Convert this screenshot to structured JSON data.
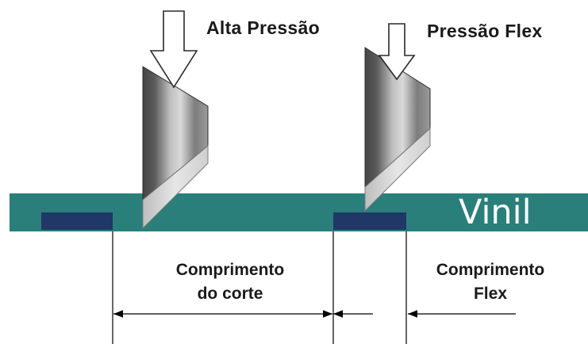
{
  "labels": {
    "high_pressure": "Alta Pressão",
    "flex_pressure": "Pressão Flex",
    "vinyl": "Vinil",
    "cut_length_line1": "Comprimento",
    "cut_length_line2": "do corte",
    "flex_length_line1": "Comprimento",
    "flex_length_line2": "Flex"
  },
  "colors": {
    "vinyl_band": "#2a7f7a",
    "backing_segment": "#1f3868",
    "blade_dark": "#3c3c3c",
    "blade_light": "#d6d6d6",
    "dimension_line": "#000000"
  },
  "icons": {
    "pressure_arrow": "down-arrow-outline",
    "blade": "cutting-blade"
  }
}
